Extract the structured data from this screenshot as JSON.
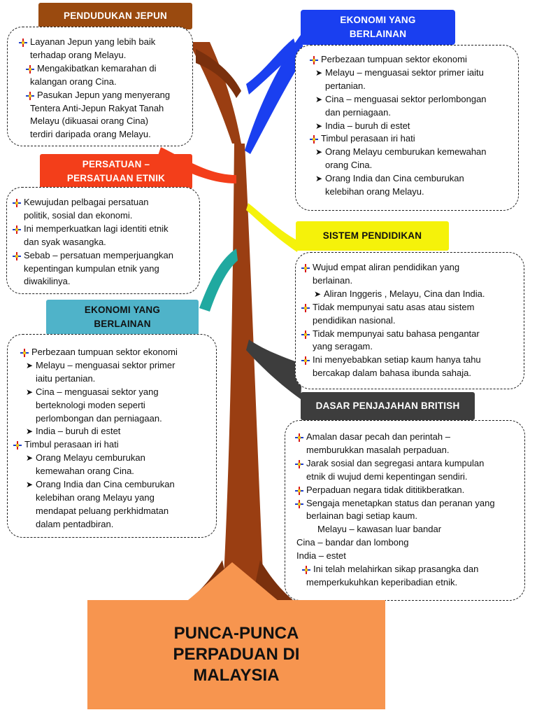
{
  "colors": {
    "pendudukan": "#9a4a0f",
    "persatuan": "#f33e1a",
    "ekonomi_left": "#4fb3c9",
    "ekonomi_right": "#1a3ff0",
    "sistem": "#f5f20a",
    "dasar": "#3d3d3d",
    "trunk": "#9a3e12",
    "title_box": "#f7954f"
  },
  "headers": {
    "pendudukan": {
      "lines": [
        "PENDUDUKAN JEPUN"
      ]
    },
    "persatuan": {
      "lines": [
        "PERSATUAN –",
        "PERSATUAAN ETNIK"
      ]
    },
    "ekonomi_left": {
      "lines": [
        "EKONOMI YANG",
        "BERLAINAN"
      ]
    },
    "ekonomi_right": {
      "lines": [
        "EKONOMI YANG",
        "BERLAINAN"
      ]
    },
    "sistem": {
      "lines": [
        "SISTEM PENDIDIKAN"
      ]
    },
    "dasar": {
      "lines": [
        "DASAR PENJAJAHAN BRITISH"
      ]
    }
  },
  "boxes": {
    "pendudukan": [
      {
        "t": "Layanan Jepun yang lebih baik",
        "k": "b"
      },
      {
        "t": "terhadap orang Melayu.",
        "k": "p"
      },
      {
        "t": "Mengakibatkan kemarahan di",
        "k": "bi"
      },
      {
        "t": "kalangan orang Cina.",
        "k": "p"
      },
      {
        "t": "Pasukan Jepun yang menyerang",
        "k": "bi"
      },
      {
        "t": "Tentera Anti-Jepun Rakyat Tanah",
        "k": "p"
      },
      {
        "t": "Melayu (dikuasai orang Cina)",
        "k": "p"
      },
      {
        "t": "terdiri daripada orang Melayu.",
        "k": "p"
      }
    ],
    "persatuan": [
      {
        "t": "Kewujudan pelbagai persatuan",
        "k": "b"
      },
      {
        "t": "politik, sosial dan ekonomi.",
        "k": "p"
      },
      {
        "t": "Ini memperkuatkan lagi identiti etnik",
        "k": "b"
      },
      {
        "t": "dan syak wasangka.",
        "k": "p"
      },
      {
        "t": "Sebab – persatuan memperjuangkan",
        "k": "b"
      },
      {
        "t": "kepentingan kumpulan etnik yang",
        "k": "p"
      },
      {
        "t": "diwakilinya.",
        "k": "p"
      }
    ],
    "ekonomi_left": [
      {
        "t": "Perbezaan tumpuan sektor ekonomi",
        "k": "bi"
      },
      {
        "t": "Melayu – menguasai sektor primer",
        "k": "s"
      },
      {
        "t": "iaitu pertanian.",
        "k": "p3"
      },
      {
        "t": "Cina – menguasai sektor yang",
        "k": "s"
      },
      {
        "t": "berteknologi moden seperti",
        "k": "p3"
      },
      {
        "t": "perlombongan dan perniagaan.",
        "k": "p3"
      },
      {
        "t": "India – buruh di estet",
        "k": "s"
      },
      {
        "t": "Timbul perasaan iri hati",
        "k": "b"
      },
      {
        "t": "Orang Melayu cemburukan",
        "k": "s"
      },
      {
        "t": "kemewahan orang Cina.",
        "k": "p3"
      },
      {
        "t": "Orang India dan Cina cemburukan",
        "k": "s"
      },
      {
        "t": "kelebihan orang Melayu yang",
        "k": "p3"
      },
      {
        "t": "mendapat peluang perkhidmatan",
        "k": "p3"
      },
      {
        "t": "dalam pentadbiran.",
        "k": "p3"
      }
    ],
    "ekonomi_right": [
      {
        "t": "Perbezaan tumpuan sektor ekonomi",
        "k": "bi"
      },
      {
        "t": "Melayu – menguasai sektor primer iaitu",
        "k": "s"
      },
      {
        "t": "pertanian.",
        "k": "p3"
      },
      {
        "t": "Cina – menguasai sektor perlombongan",
        "k": "s"
      },
      {
        "t": "dan perniagaan.",
        "k": "p3"
      },
      {
        "t": "India – buruh di estet",
        "k": "s"
      },
      {
        "t": "Timbul perasaan iri hati",
        "k": "bi"
      },
      {
        "t": "Orang Melayu cemburukan kemewahan",
        "k": "s"
      },
      {
        "t": "orang Cina.",
        "k": "p3"
      },
      {
        "t": "Orang India dan Cina cemburukan",
        "k": "s"
      },
      {
        "t": "kelebihan orang Melayu.",
        "k": "p3"
      }
    ],
    "sistem": [
      {
        "t": "Wujud empat aliran pendidikan yang",
        "k": "b"
      },
      {
        "t": "berlainan.",
        "k": "p"
      },
      {
        "t": "Aliran Inggeris , Melayu, Cina dan India.",
        "k": "s"
      },
      {
        "t": "Tidak mempunyai satu asas atau sistem",
        "k": "b"
      },
      {
        "t": "pendidikan nasional.",
        "k": "p"
      },
      {
        "t": "Tidak mempunyai satu bahasa pengantar",
        "k": "b"
      },
      {
        "t": "yang seragam.",
        "k": "p"
      },
      {
        "t": "Ini menyebabkan setiap kaum hanya tahu",
        "k": "b"
      },
      {
        "t": "bercakap dalam bahasa ibunda sahaja.",
        "k": "p"
      }
    ],
    "dasar": [
      {
        "t": "Amalan dasar pecah dan perintah –",
        "k": "b"
      },
      {
        "t": "memburukkan masalah perpaduan.",
        "k": "p"
      },
      {
        "t": "Jarak sosial dan segregasi antara kumpulan",
        "k": "b"
      },
      {
        "t": "etnik di wujud demi kepentingan sendiri.",
        "k": "p"
      },
      {
        "t": "Perpaduan negara tidak dititikberatkan.",
        "k": "b"
      },
      {
        "t": "Sengaja menetapkan status dan peranan yang",
        "k": "b"
      },
      {
        "t": "berlainan bagi setiap kaum.",
        "k": "p"
      },
      {
        "t": "Melayu – kawasan luar bandar",
        "k": "p3"
      },
      {
        "t": "Cina – bandar dan lombong",
        "k": "p2"
      },
      {
        "t": "India – estet",
        "k": "p2"
      },
      {
        "t": "Ini telah melahirkan sikap prasangka dan",
        "k": "bi"
      },
      {
        "t": "memperkukuhkan keperibadian etnik.",
        "k": "p"
      }
    ]
  },
  "title": {
    "lines": [
      "PUNCA-PUNCA",
      "PERPADUAN DI",
      "MALAYSIA"
    ]
  }
}
